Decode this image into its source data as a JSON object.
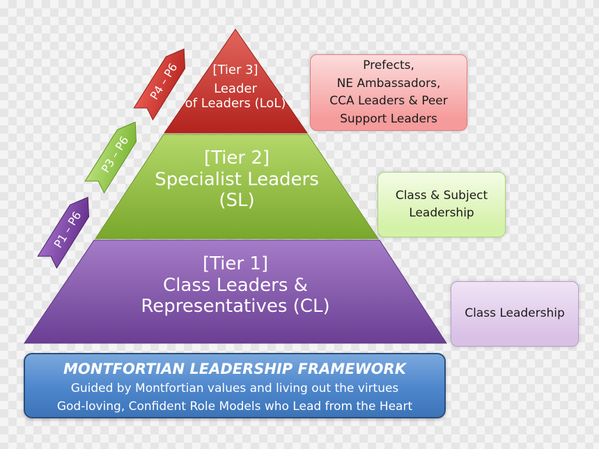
{
  "pyramid": {
    "tier3": {
      "lines": [
        "[Tier 3]",
        "Leader",
        "of Leaders (LoL)"
      ],
      "color": "#c5312b"
    },
    "tier2": {
      "lines": [
        "[Tier 2]",
        "Specialist Leaders",
        "(SL)"
      ],
      "color": "#8cb43a"
    },
    "tier1": {
      "lines": [
        "[Tier 1]",
        "Class Leaders &",
        "Representatives (CL)"
      ],
      "color": "#7e4fa6"
    }
  },
  "side_boxes": {
    "tier3": {
      "lines": [
        "Prefects,",
        "NE Ambassadors,",
        "CCA Leaders & Peer",
        "Support Leaders"
      ]
    },
    "tier2": {
      "lines": [
        "Class & Subject",
        "Leadership"
      ]
    },
    "tier1": {
      "lines": [
        "Class Leadership"
      ]
    }
  },
  "arrows": {
    "p4": {
      "label": "P4 – P6",
      "color": "#d4322a"
    },
    "p3": {
      "label": "P3 – P6",
      "color": "#8cc63f"
    },
    "p1": {
      "label": "P1 – P6",
      "color": "#7b3fa0"
    }
  },
  "framework": {
    "title": "MONTFORTIAN LEADERSHIP FRAMEWORK",
    "line1": "Guided by Montfortian values and living out the virtues",
    "line2": "God-loving, Confident Role Models who Lead from the Heart",
    "color": "#4d86cc"
  }
}
